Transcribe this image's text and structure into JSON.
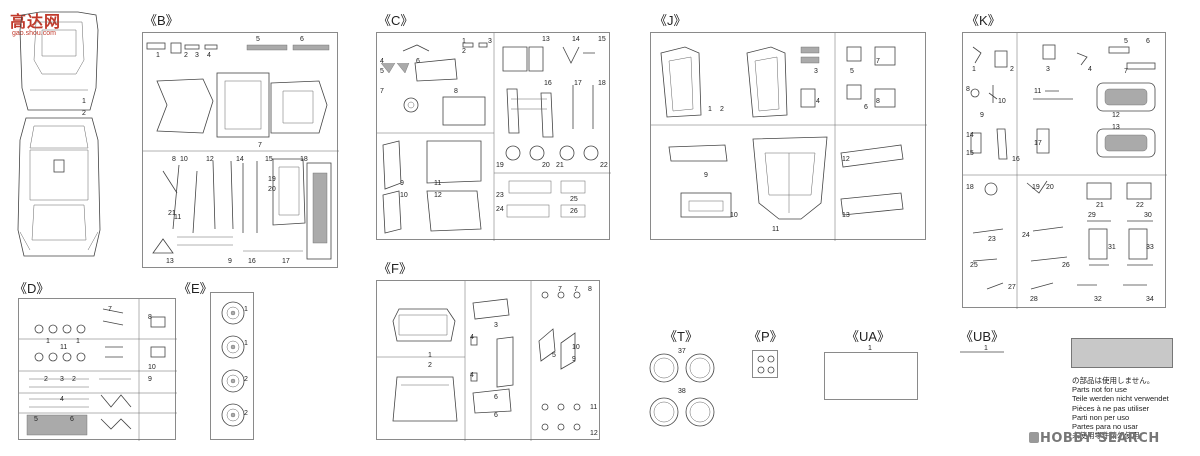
{
  "watermark_top": {
    "title": "高达网",
    "url": "gao.shou.com"
  },
  "watermark_bottom": "HOBBY SEARCH",
  "sprues": {
    "B": "《B》",
    "C": "《C》",
    "J": "《J》",
    "K": "《K》",
    "D": "《D》",
    "E": "《E》",
    "F": "《F》",
    "T": "《T》",
    "P": "《P》",
    "UA": "《UA》",
    "UB": "《UB》"
  },
  "body_parts": [
    "1",
    "2"
  ],
  "parts": {
    "B": [
      "1",
      "2",
      "3",
      "4",
      "5",
      "6",
      "7",
      "8",
      "9",
      "10",
      "11",
      "12",
      "13",
      "14",
      "15",
      "16",
      "17",
      "18",
      "19",
      "20",
      "21"
    ],
    "C": [
      "1",
      "2",
      "3",
      "4",
      "5",
      "6",
      "7",
      "8",
      "9",
      "10",
      "11",
      "12",
      "13",
      "14",
      "15",
      "16",
      "17",
      "18",
      "19",
      "20",
      "21",
      "22",
      "23",
      "24",
      "25",
      "26"
    ],
    "J": [
      "1",
      "2",
      "3",
      "4",
      "5",
      "6",
      "7",
      "8",
      "9",
      "10",
      "11",
      "12",
      "13"
    ],
    "K": [
      "1",
      "2",
      "3",
      "4",
      "5",
      "6",
      "7",
      "8",
      "9",
      "10",
      "11",
      "12",
      "13",
      "14",
      "15",
      "16",
      "17",
      "18",
      "19",
      "20",
      "21",
      "22",
      "23",
      "24",
      "25",
      "26",
      "27",
      "28",
      "29",
      "30",
      "31",
      "32",
      "33",
      "34"
    ],
    "D": [
      "1",
      "2",
      "3",
      "4",
      "5",
      "6",
      "7",
      "8",
      "9",
      "10",
      "11"
    ],
    "E": [
      "1",
      "2"
    ],
    "F": [
      "1",
      "2",
      "3",
      "4",
      "5",
      "6",
      "7",
      "8",
      "9",
      "10",
      "11",
      "12"
    ],
    "T": [
      "37",
      "38"
    ],
    "UA": [
      "1"
    ],
    "UB": [
      "1"
    ]
  },
  "not_for_use_note": [
    "の部品は使用しません。",
    "Parts not for use",
    "Teile werden nicht verwendet",
    "Pièces à ne pas utiliser",
    "Parti non per uso",
    "Partes para no usar",
    "未使用零件請勿使用"
  ]
}
